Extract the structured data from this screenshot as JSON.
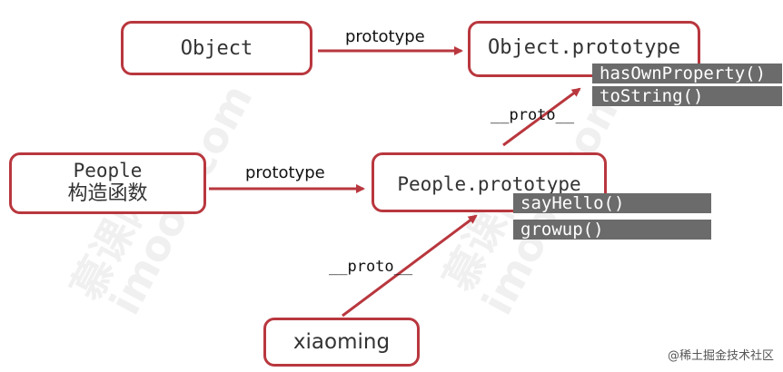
{
  "nodes": {
    "object": {
      "label": "Object"
    },
    "object_prototype": {
      "label": "Object.prototype"
    },
    "people": {
      "line1": "People",
      "line2": "构造函数"
    },
    "people_prototype": {
      "label": "People.prototype"
    },
    "xiaoming": {
      "label": "xiaoming"
    }
  },
  "methods": {
    "object_prototype": [
      "hasOwnProperty()",
      "toString()"
    ],
    "people_prototype": [
      "sayHello()",
      "growup()"
    ]
  },
  "edges": {
    "object_to_proto": "prototype",
    "people_to_proto": "prototype",
    "people_proto_to_object_proto": "__proto__",
    "xiaoming_to_people_proto": "__proto__"
  },
  "watermark": {
    "text_a": "慕课网",
    "text_b": "imooc.com"
  },
  "credit": "@稀土掘金技术社区",
  "colors": {
    "border": "#b9373e",
    "arrow": "#b9373e",
    "method_bg": "#6b6b6b"
  }
}
